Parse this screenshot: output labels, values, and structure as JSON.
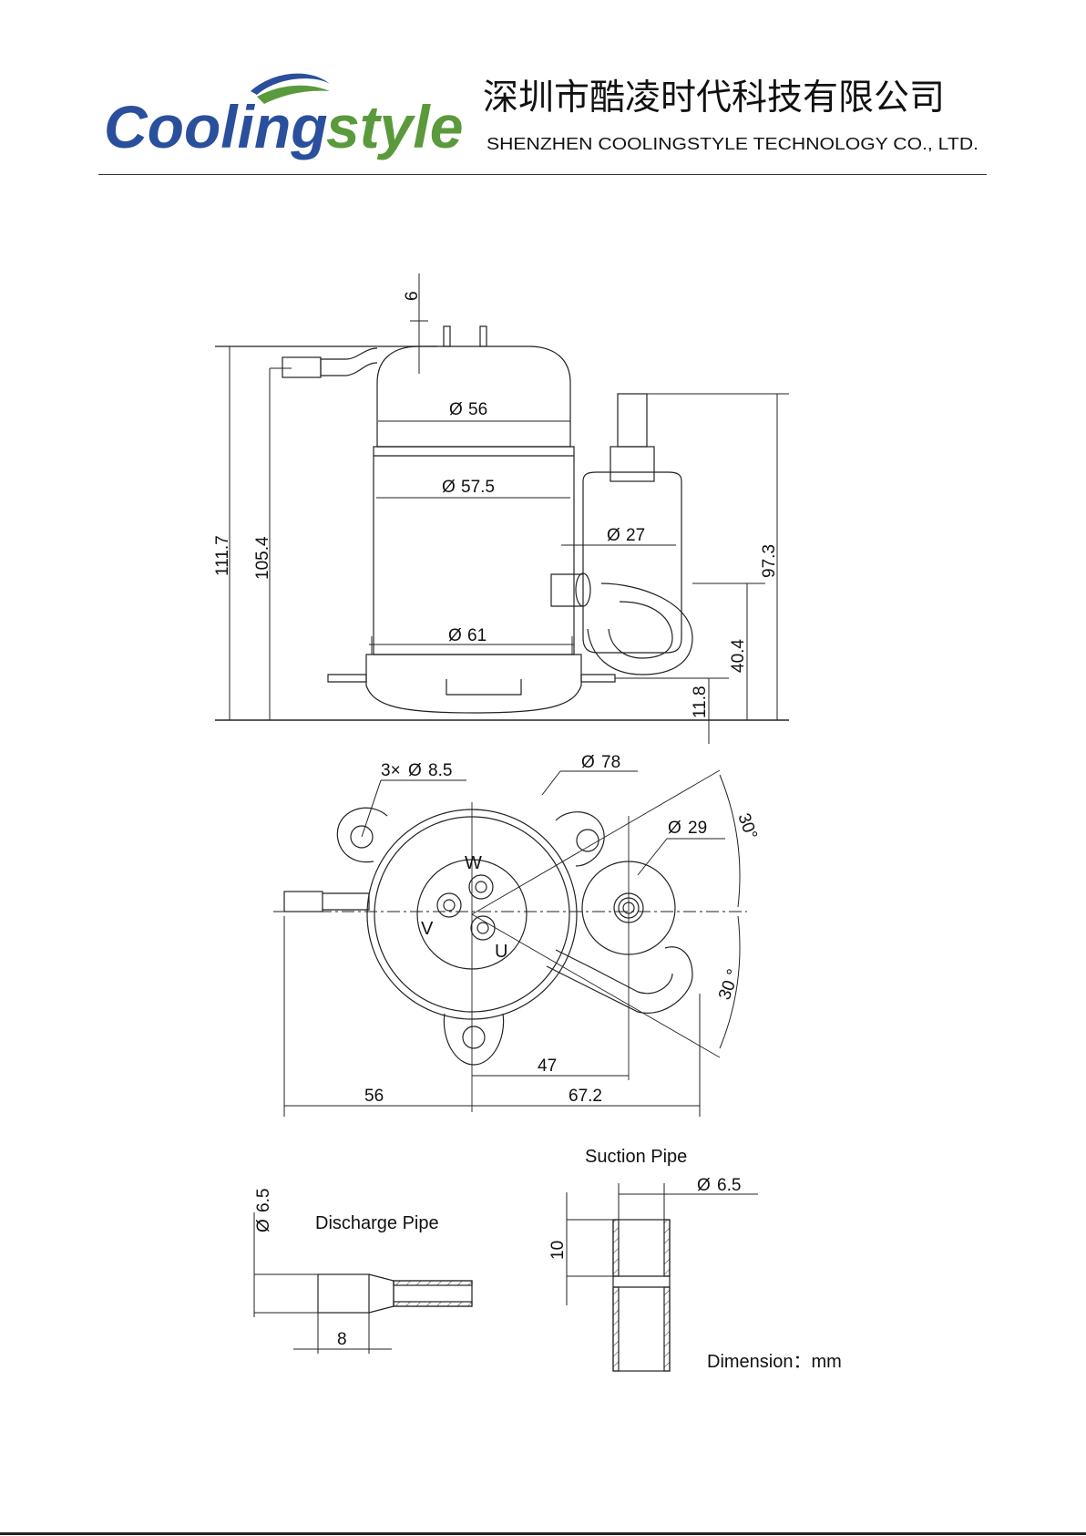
{
  "header": {
    "logo_text_1": "Cooling",
    "logo_text_2": "style",
    "company_cn": "深圳市酷凌时代科技有限公司",
    "company_en": "SHENZHEN COOLINGSTYLE  TECHNOLOGY CO., LTD.",
    "colors": {
      "logo_blue": "#2a4f9c",
      "logo_green": "#5a9a3c"
    }
  },
  "side_view": {
    "dims": {
      "top_offset": "6",
      "total_height": "111.7",
      "body_height": "105.4",
      "cap_diameter": "56",
      "shell_diameter": "57.5",
      "base_diameter": "61",
      "accumulator_diameter": "27",
      "accumulator_height": "97.3",
      "suction_height": "40.4",
      "foot_height": "11.8"
    },
    "phi": "Ø"
  },
  "top_view": {
    "dims": {
      "mount_holes": "3×",
      "mount_hole_diameter": "8.5",
      "mount_circle_diameter": "78",
      "accumulator_diameter": "29",
      "angle_upper": "30°",
      "angle_lower": "30 °",
      "center_to_accumulator": "47",
      "left_extent": "56",
      "right_extent": "67.2"
    },
    "terminals": {
      "w": "W",
      "v": "V",
      "u": "U"
    }
  },
  "discharge_pipe": {
    "title": "Discharge Pipe",
    "diameter": "6.5",
    "length": "8"
  },
  "suction_pipe": {
    "title": "Suction Pipe",
    "diameter": "6.5",
    "length": "10"
  },
  "units_note": "Dimension：mm"
}
